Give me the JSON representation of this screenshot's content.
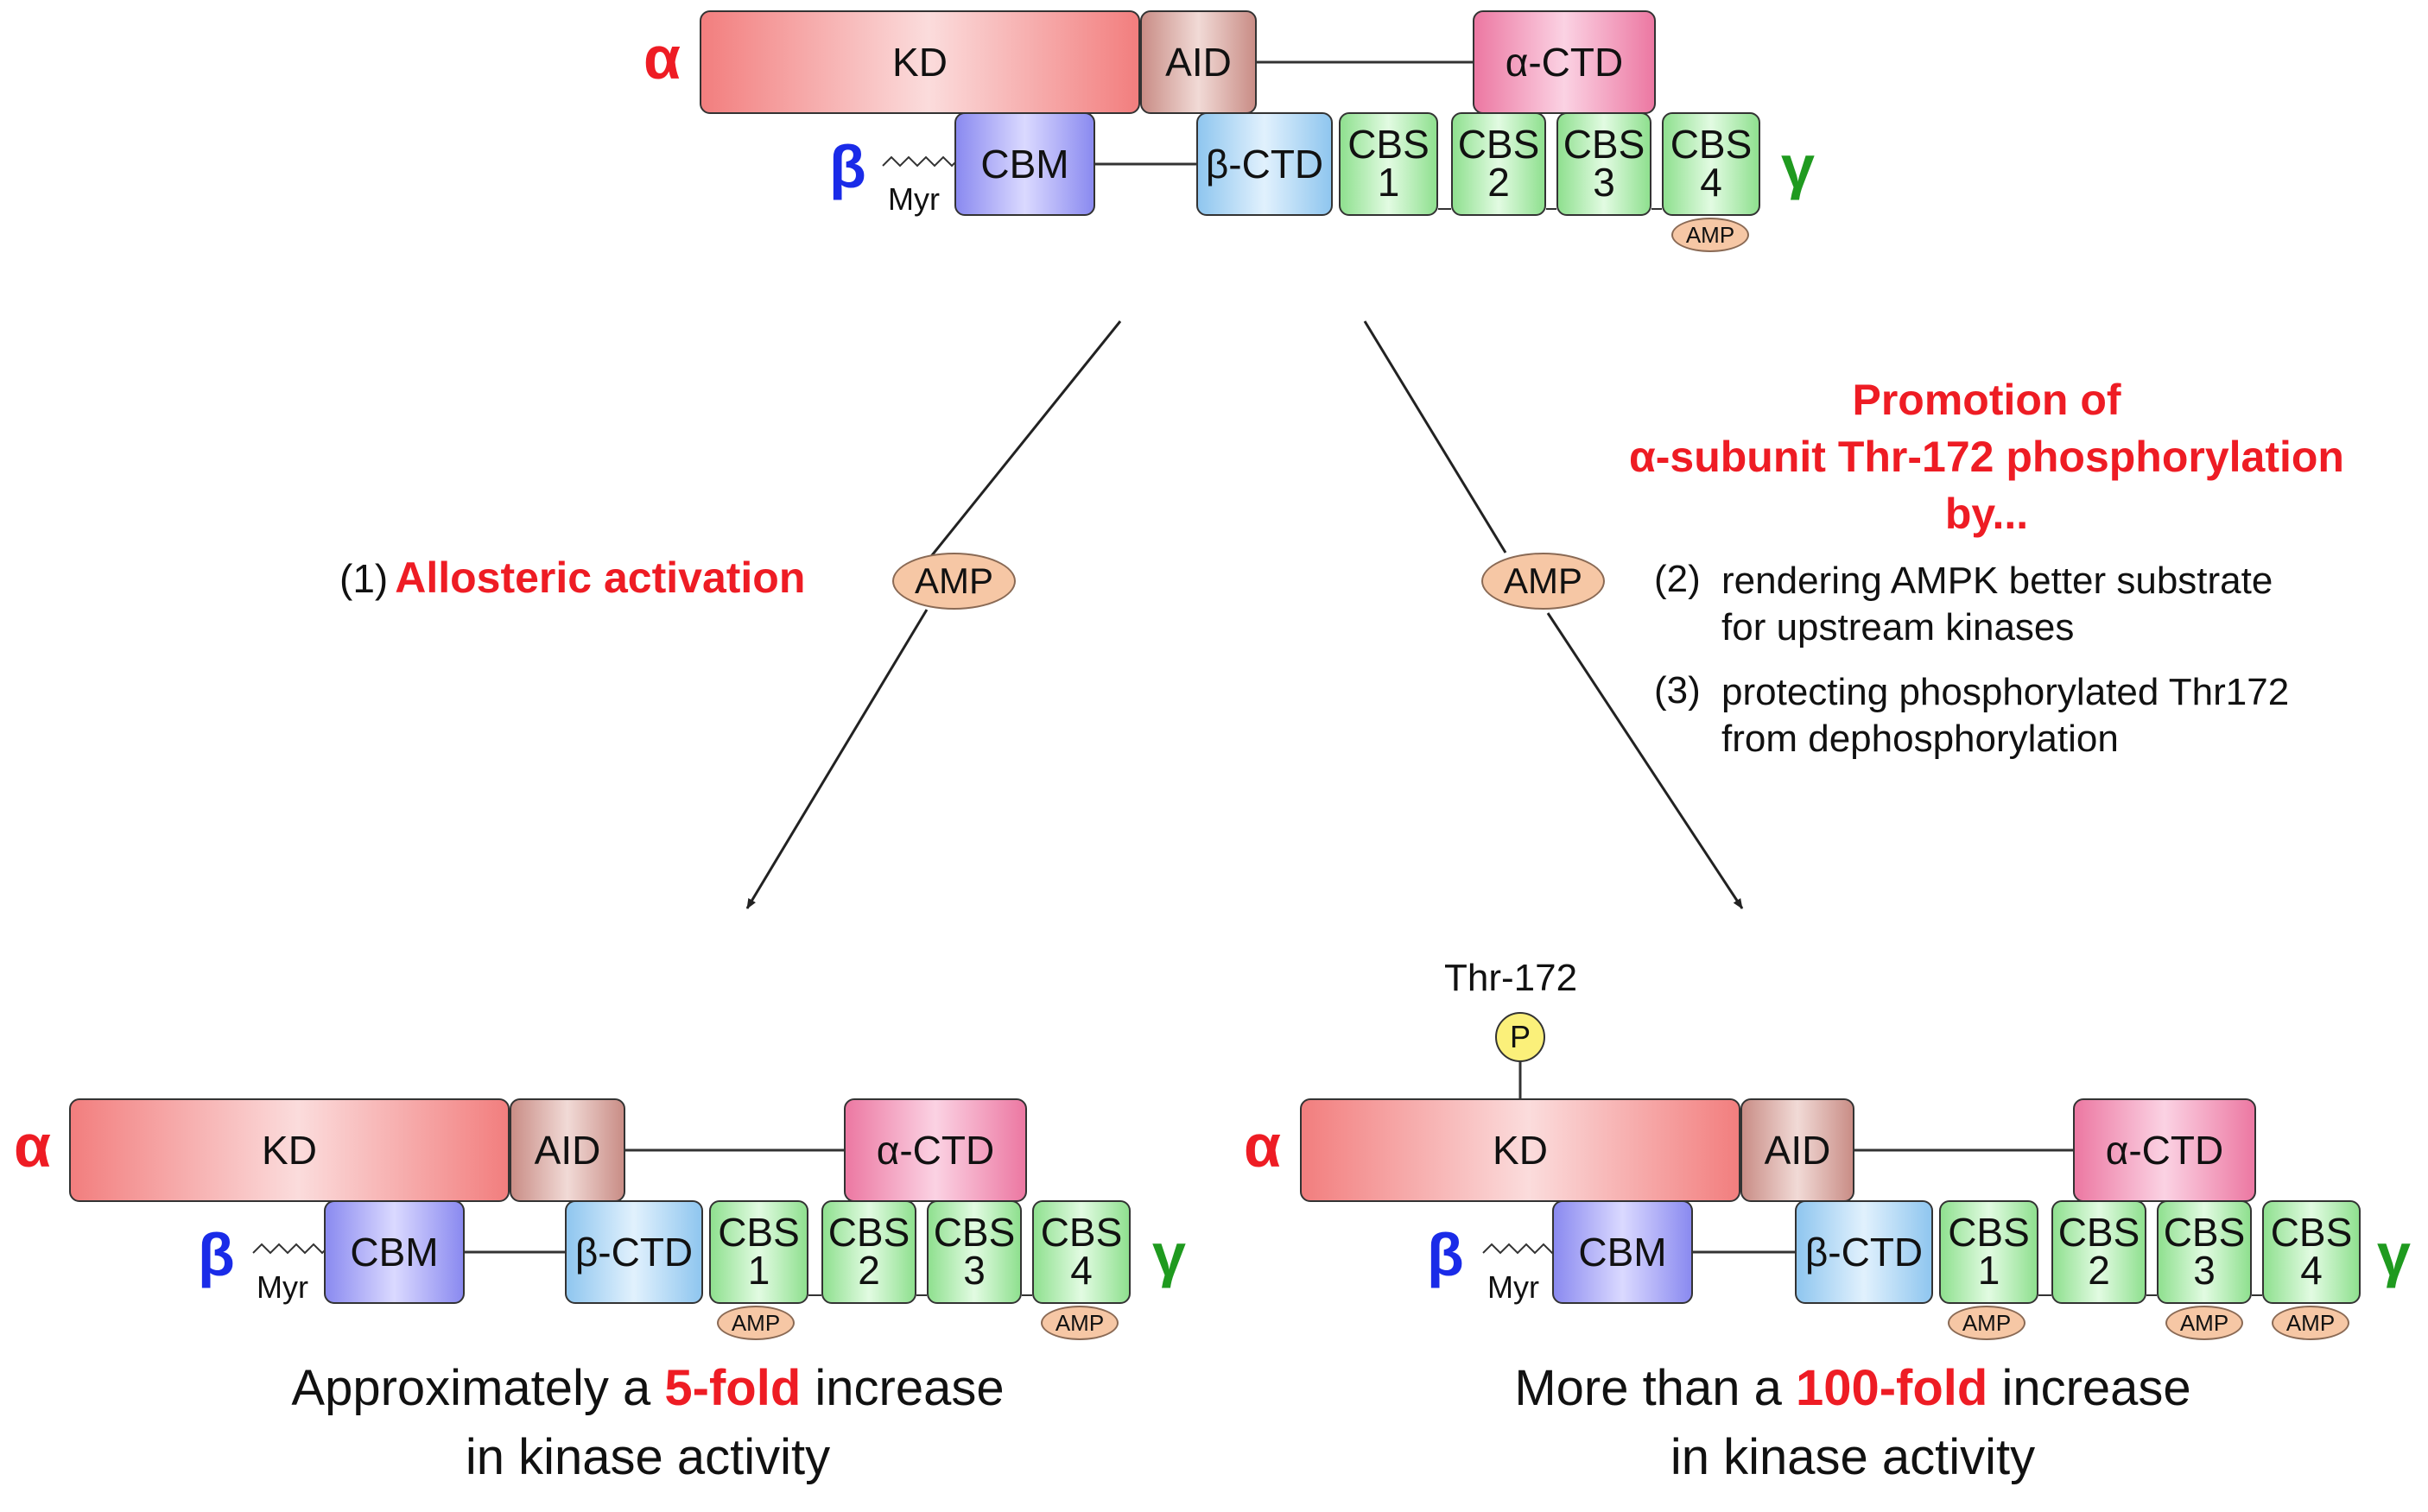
{
  "diagram": {
    "subunits": {
      "alpha": "α",
      "beta": "β",
      "gamma": "γ",
      "myr": "Myr"
    },
    "domains": {
      "kd": "KD",
      "aid": "AID",
      "alpha_ctd": "α-CTD",
      "cbm": "CBM",
      "beta_ctd": "β-CTD",
      "cbs_prefix": "CBS",
      "cbs_numbers": [
        "1",
        "2",
        "3",
        "4"
      ]
    },
    "amp_label": "AMP",
    "phospho_label": "P",
    "thr_label": "Thr-172",
    "left_pathway": {
      "number": "(1)",
      "label": "Allosteric activation"
    },
    "right_pathway": {
      "title_lines": [
        "Promotion of",
        "α-subunit Thr-172 phosphorylation",
        "by..."
      ],
      "items": [
        {
          "number": "(2)",
          "lines": [
            "rendering AMPK better substrate",
            "for upstream kinases"
          ]
        },
        {
          "number": "(3)",
          "lines": [
            "protecting phosphorylated Thr172",
            "from dephosphorylation"
          ]
        }
      ]
    },
    "left_result": {
      "prefix": "Approximately a ",
      "highlight": "5-fold",
      "suffix": " increase",
      "line2": "in kinase activity"
    },
    "right_result": {
      "prefix": "More than a ",
      "highlight": "100-fold",
      "suffix": " increase",
      "line2": "in kinase activity"
    },
    "colors": {
      "red": "#ee1c24",
      "blue": "#1a2be8",
      "green": "#1f9a1f",
      "amp": "#f6c7a5",
      "phospho": "#fbf07a"
    }
  }
}
